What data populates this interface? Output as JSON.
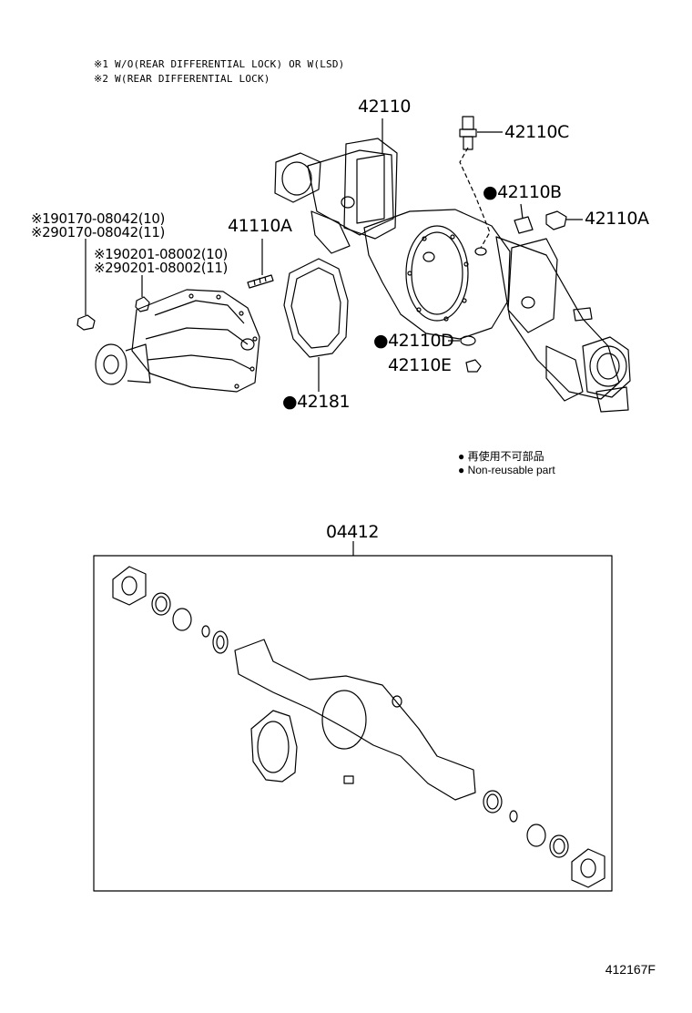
{
  "notes": [
    "※1 W/O(REAR DIFFERENTIAL LOCK) OR W(LSD)",
    "※2 W(REAR DIFFERENTIAL LOCK)"
  ],
  "labels": {
    "p42110": "42110",
    "p42110C": "42110C",
    "p42110B": "42110B",
    "p42110A": "42110A",
    "p41110A": "41110A",
    "p42110D": "42110D",
    "p42110E": "42110E",
    "p42181": "42181",
    "p04412": "04412",
    "bolt1": "※190170-08042(10)",
    "bolt2": "※290170-08042(11)",
    "nut1": "※190201-08002(10)",
    "nut2": "※290201-08002(11)"
  },
  "legend": {
    "jp": "再使用不可部品",
    "en": "Non-reusable part"
  },
  "footer": "412167F"
}
